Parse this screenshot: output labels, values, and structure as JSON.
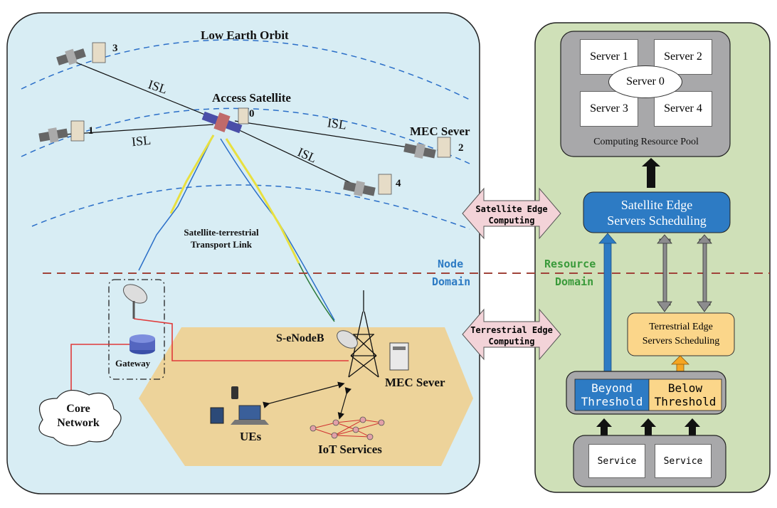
{
  "node_side": {
    "orbit_label": "Low Earth Orbit",
    "access_satellite": "Access Satellite",
    "isl": "ISL",
    "sat_numbers": [
      "0",
      "1",
      "2",
      "3",
      "4"
    ],
    "mec_sever_top": "MEC Sever",
    "link_label_line1": "Satellite-terrestrial",
    "link_label_line2": "Transport Link",
    "gateway": "Gateway",
    "core_network_line1": "Core",
    "core_network_line2": "Network",
    "s_enodeb": "S-eNodeB",
    "mec_sever_bottom": "MEC Sever",
    "ues": "UEs",
    "iot_services": "IoT Services"
  },
  "domains": {
    "node_line1": "Node",
    "node_line2": "Domain",
    "resource_line1": "Resource",
    "resource_line2": "Domain"
  },
  "arrows": {
    "satellite_edge_line1": "Satellite Edge",
    "satellite_edge_line2": "Computing",
    "terrestrial_edge_line1": "Terrestrial Edge",
    "terrestrial_edge_line2": "Computing"
  },
  "resource_side": {
    "servers": [
      "Server 1",
      "Server 2",
      "Server 3",
      "Server 4"
    ],
    "server0": "Server 0",
    "pool_label": "Computing  Resource Pool",
    "sat_sched_line1": "Satellite Edge",
    "sat_sched_line2": "Servers Scheduling",
    "ter_sched_line1": "Terrestrial Edge",
    "ter_sched_line2": "Servers Scheduling",
    "beyond_line1": "Beyond",
    "beyond_line2": "Threshold",
    "below_line1": "Below",
    "below_line2": "Threshold",
    "service": "Service"
  },
  "colors": {
    "node_bg": "#d8edf4",
    "resource_bg": "#cfe0b8",
    "sat_sched": "#2d7bc4",
    "ter_sched": "#fbd68a",
    "pink_arrow": "#f3d3d8",
    "domain_divider": "#a0433a",
    "node_domain_text": "#2d7bc4",
    "resource_domain_text": "#3a9a3a"
  }
}
